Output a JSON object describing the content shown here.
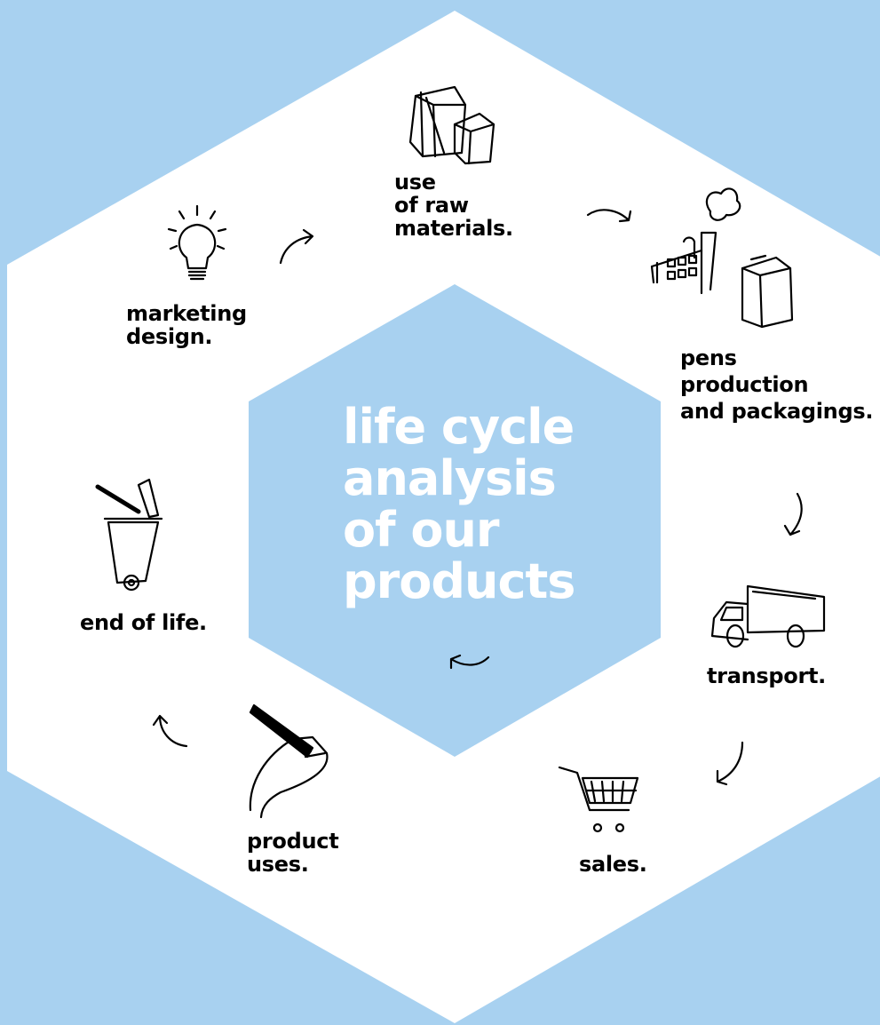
{
  "center_title": [
    "life cycle",
    "analysis",
    "of our",
    "products"
  ],
  "stages": {
    "marketing_design": [
      "marketing",
      "design."
    ],
    "raw_materials": [
      "use",
      "of raw",
      "materials."
    ],
    "production": [
      "pens",
      "production",
      "and packagings."
    ],
    "transport": [
      "transport."
    ],
    "sales": [
      "sales."
    ],
    "product_uses": [
      "product",
      "uses."
    ],
    "end_of_life": [
      "end of life."
    ]
  },
  "icons": {
    "marketing_design": "lightbulb-icon",
    "raw_materials": "raw-materials-blocks-icon",
    "production": "factory-and-carton-icon",
    "transport": "truck-icon",
    "sales": "shopping-cart-icon",
    "product_uses": "hand-holding-pen-icon",
    "end_of_life": "trash-bin-with-pens-icon"
  },
  "colors": {
    "background": "#a8d1f0",
    "ring": "#ffffff",
    "center": "#a8d1f0",
    "ink": "#000000"
  }
}
